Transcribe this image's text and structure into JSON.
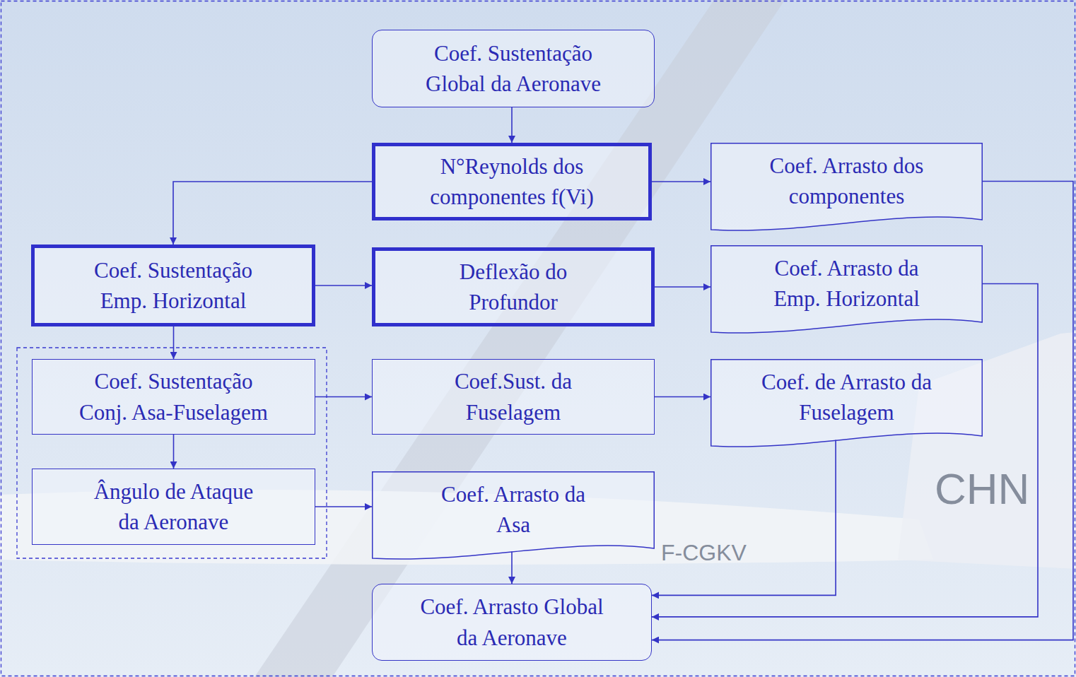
{
  "diagram": {
    "nodes": [
      {
        "text": [
          "Coef. Sustentação Global da Aeronave"
        ]
      },
      {
        "text": [
          "N°Reynolds dos componentes f(Vi)"
        ]
      },
      {
        "text": [
          "Coef. Arrasto dos componentes"
        ]
      },
      {
        "text": [
          "Coef. Sustentação Emp. Horizontal"
        ]
      },
      {
        "text": [
          "Deflexão do Profundor"
        ]
      },
      {
        "text": [
          "Coef. Arrasto da Emp. Horizontal"
        ]
      },
      {
        "text": [
          "Coef. Sustentação Conj. Asa-Fuselagem"
        ]
      },
      {
        "text": [
          "Coef.Sust. da Fuselagem"
        ]
      },
      {
        "text": [
          "Coef. de Arrasto da Fuselagem"
        ]
      },
      {
        "text": [
          "Ângulo de Ataque da Aeronave"
        ]
      },
      {
        "text": [
          "Coef. Arrasto da Asa"
        ]
      },
      {
        "text": [
          "Coef. Arrasto Global da Aeronave"
        ]
      }
    ],
    "edges": [
      {
        "from": 0,
        "to": 1,
        "arrow": "to"
      },
      {
        "from": 1,
        "to": 2,
        "arrow": "to"
      },
      {
        "from": 1,
        "to": 3,
        "arrow": "to"
      },
      {
        "from": 3,
        "to": 4,
        "arrow": "to"
      },
      {
        "from": 4,
        "to": 5,
        "arrow": "to"
      },
      {
        "from": 3,
        "to": 6,
        "arrow": "to"
      },
      {
        "from": 6,
        "to": 7,
        "arrow": "to"
      },
      {
        "from": 7,
        "to": 8,
        "arrow": "to"
      },
      {
        "from": 6,
        "to": 9,
        "arrow": "to"
      },
      {
        "from": 9,
        "to": 10,
        "arrow": "to"
      },
      {
        "from": 10,
        "to": 11,
        "arrow": "to"
      },
      {
        "from": 8,
        "to": 11,
        "arrow": "to"
      },
      {
        "from": 5,
        "to": 11,
        "arrow": "to"
      },
      {
        "from": 2,
        "to": 11,
        "arrow": "to"
      }
    ],
    "labels": [
      "CHN",
      "F-CGKV"
    ]
  }
}
